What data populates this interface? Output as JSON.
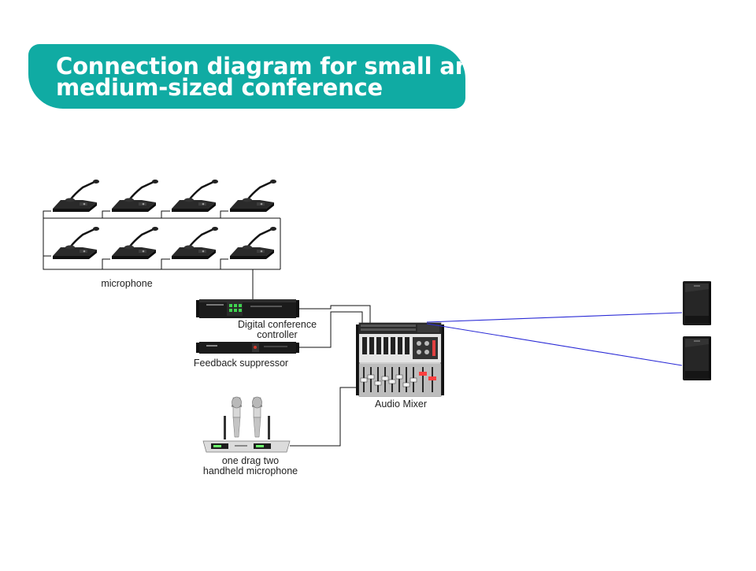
{
  "title": {
    "line1": "Connection diagram for small and",
    "line2": "medium-sized conference"
  },
  "nodes": {
    "microphones": {
      "label": "microphone",
      "icon": "conference-microphone-icon",
      "count": 8
    },
    "controller": {
      "label_line1": "Digital conference",
      "label_line2": "controller",
      "icon": "rack-controller-icon"
    },
    "suppressor": {
      "label": "Feedback suppressor",
      "icon": "rack-suppressor-icon"
    },
    "wireless": {
      "label_line1": "one drag two",
      "label_line2": "handheld microphone",
      "icon": "wireless-receiver-icon"
    },
    "mixer": {
      "label": "Audio Mixer",
      "icon": "audio-mixer-icon"
    },
    "speakers": {
      "icon": "speaker-cabinet-icon",
      "count": 2
    }
  },
  "colors": {
    "banner": "#10aba3",
    "cable": "#111111",
    "speaker_cable": "#2b2bd6",
    "device": "#1c1c1c"
  }
}
